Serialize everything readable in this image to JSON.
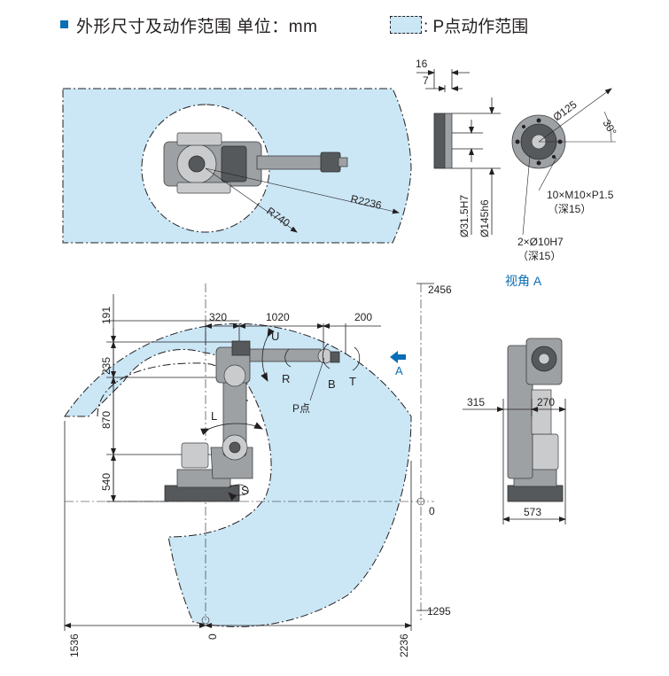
{
  "header": {
    "title": "外形尺寸及动作范围  单位：mm",
    "legend_label": ": P点动作范围"
  },
  "colors": {
    "range_fill": "#cbe7f6",
    "accent": "#0a6db5",
    "ink": "#231f20",
    "robot": "#9ea1a4"
  },
  "top_view": {
    "radius_inner": "R740",
    "radius_outer": "R2236"
  },
  "flange": {
    "dim_16": "16",
    "dim_7": "7",
    "dia_31": "Ø31.5H7",
    "dia_145": "Ø145h6",
    "dia_125": "Ø125",
    "angle_30": "30°",
    "thread_line1": "10×M10×P1.5",
    "thread_line2": "（深15）",
    "pin_line1": "2×Ø10H7",
    "pin_line2": "（深15）",
    "view_caption": "视角 A"
  },
  "side_view": {
    "dim_320": "320",
    "dim_1020": "1020",
    "dim_200": "200",
    "dim_191": "191",
    "dim_235": "235",
    "dim_870": "870",
    "dim_540": "540",
    "dim_2456": "2456",
    "dim_0_right": "0",
    "dim_1295": "1295",
    "dim_1536": "1536",
    "dim_0_bottom": "0",
    "dim_2236": "2236",
    "axis_u": "U",
    "axis_r": "R",
    "axis_b": "B",
    "axis_t": "T",
    "axis_l": "L",
    "axis_s": "S",
    "p_point": "P点",
    "view_arrow": "A"
  },
  "front_view": {
    "dim_315": "315",
    "dim_270": "270",
    "dim_573": "573"
  }
}
